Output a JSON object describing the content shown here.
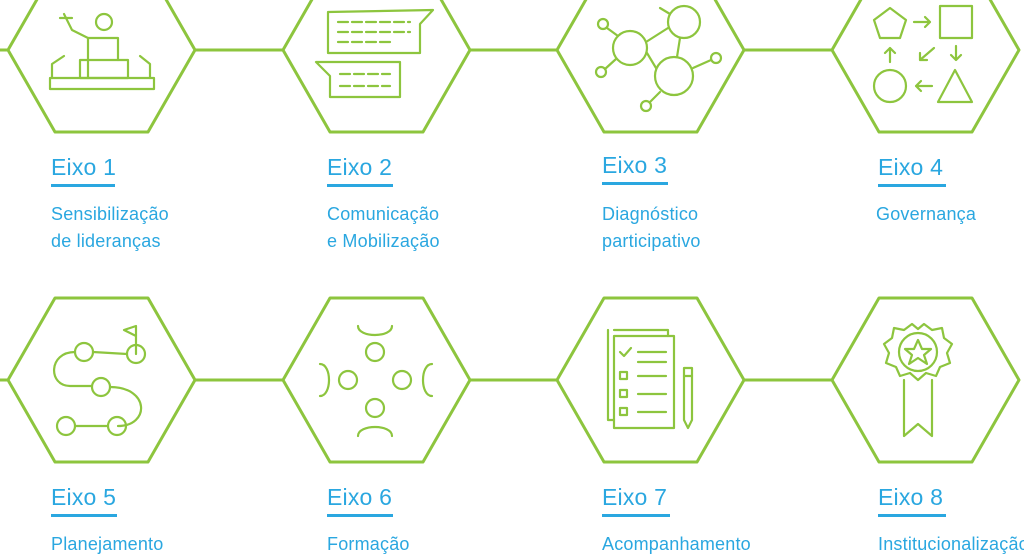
{
  "colors": {
    "outline": "#8dc53e",
    "text": "#2aa7e0"
  },
  "axes": [
    {
      "label": "Eixo 1",
      "lines": [
        "Sensibilização",
        "de lideranças"
      ],
      "icon": "leader-podium-icon"
    },
    {
      "label": "Eixo 2",
      "lines": [
        "Comunicação",
        "e Mobilização"
      ],
      "icon": "chat-bubbles-icon"
    },
    {
      "label": "Eixo 3",
      "lines": [
        "Diagnóstico",
        "participativo"
      ],
      "icon": "network-nodes-icon"
    },
    {
      "label": "Eixo 4",
      "lines": [
        "Governança"
      ],
      "icon": "shapes-cycle-icon"
    },
    {
      "label": "Eixo 5",
      "lines": [
        "Planejamento"
      ],
      "icon": "path-flag-icon"
    },
    {
      "label": "Eixo 6",
      "lines": [
        "Formação"
      ],
      "icon": "people-circle-icon"
    },
    {
      "label": "Eixo 7",
      "lines": [
        "Acompanhamento"
      ],
      "icon": "checklist-pencil-icon"
    },
    {
      "label": "Eixo 8",
      "lines": [
        "Institucionalização"
      ],
      "icon": "award-ribbon-icon"
    }
  ]
}
